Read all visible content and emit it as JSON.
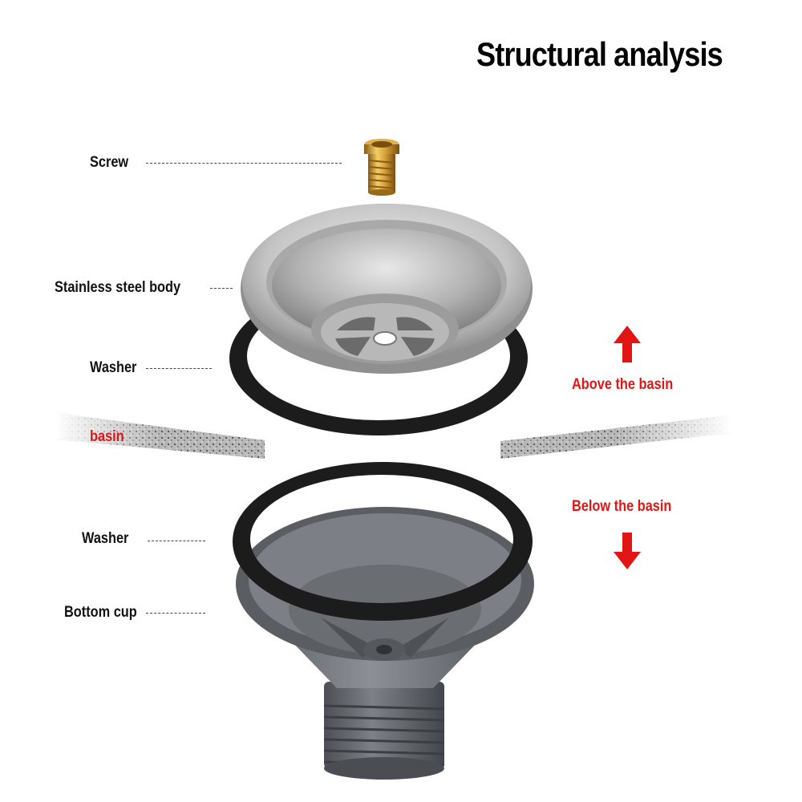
{
  "title": "Structural analysis",
  "labels": {
    "screw": "Screw",
    "body": "Stainless steel body",
    "washer_top": "Washer",
    "basin": "basin",
    "washer_bottom": "Washer",
    "bottom_cup": "Bottom cup",
    "above": "Above the basin",
    "below": "Below the basin"
  },
  "colors": {
    "accent": "#e21515",
    "brass": "#c9962e",
    "steel": "#c8c8c8",
    "washer": "#1d1d1d",
    "cup": "#6d7075"
  }
}
